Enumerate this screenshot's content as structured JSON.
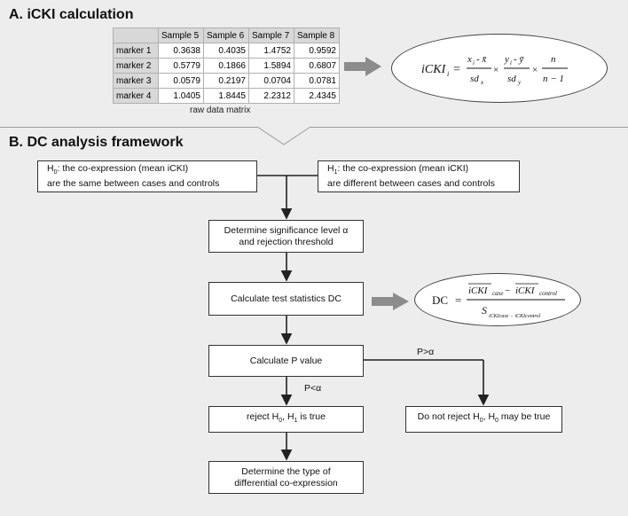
{
  "section_a": {
    "title": "A. iCKI calculation",
    "matrix": {
      "columns": [
        "Sample 5",
        "Sample 6",
        "Sample 7",
        "Sample 8"
      ],
      "rows": [
        {
          "label": "marker 1",
          "values": [
            "0.3638",
            "0.4035",
            "1.4752",
            "0.9592"
          ]
        },
        {
          "label": "marker 2",
          "values": [
            "0.5779",
            "0.1866",
            "1.5894",
            "0.6807"
          ]
        },
        {
          "label": "marker 3",
          "values": [
            "0.0579",
            "0.2197",
            "0.0704",
            "0.0781"
          ]
        },
        {
          "label": "marker 4",
          "values": [
            "1.0405",
            "1.8445",
            "2.2312",
            "2.4345"
          ]
        }
      ],
      "caption": "raw data matrix"
    },
    "formula": {
      "lhs": "iCKI",
      "lhs_sub": "i",
      "eq": "=",
      "f1_num_a": "x",
      "f1_num_a_sub": "i",
      "f1_num_b": " - x̄",
      "f1_den": "sd",
      "f1_den_sub": "x",
      "times": "×",
      "f2_num_a": "y",
      "f2_num_a_sub": "i",
      "f2_num_b": " - ȳ",
      "f2_den": "sd",
      "f2_den_sub": "y",
      "f3_num": "n",
      "f3_den": "n − 1"
    }
  },
  "section_b": {
    "title": "B. DC analysis framework",
    "h0_line1_pre": "H",
    "h0_sub": "0",
    "h0_line1_post": ":  the co-expression (mean iCKI)",
    "h0_line2": "are the same between cases and controls",
    "h1_line1_pre": "H",
    "h1_sub": "1",
    "h1_line1_post": ":  the co-expression (mean iCKI)",
    "h1_line2": "are different between cases and controls",
    "determine_line1": "Determine  significance level α",
    "determine_line2": "and rejection threshold",
    "calc_stat": "Calculate test statistics DC",
    "calc_p": "Calculate P value",
    "p_greater": "P>α",
    "p_less": "P<α",
    "reject_pre": "reject H",
    "reject_sub1": "0",
    "reject_mid": ", H",
    "reject_sub2": "1",
    "reject_post": " is true",
    "notreject_pre": "Do not reject H",
    "notreject_sub1": "0",
    "notreject_mid": ", H",
    "notreject_sub2": "0",
    "notreject_post": " may be true",
    "type_line1": "Determine the type of",
    "type_line2": "differential co-expression",
    "dc_formula": {
      "lhs": "DC",
      "eq": "=",
      "num_a": "iCKI",
      "num_a_sub": "case",
      "minus": " − ",
      "num_b": "iCKI",
      "num_b_sub": "control",
      "den": "S",
      "den_sub": "iCKIcase − iCKIcontrol"
    }
  },
  "colors": {
    "background": "#ededed",
    "box_fill": "#ffffff",
    "arrow_gray": "#8c8c8c",
    "line_dark": "#222222"
  }
}
